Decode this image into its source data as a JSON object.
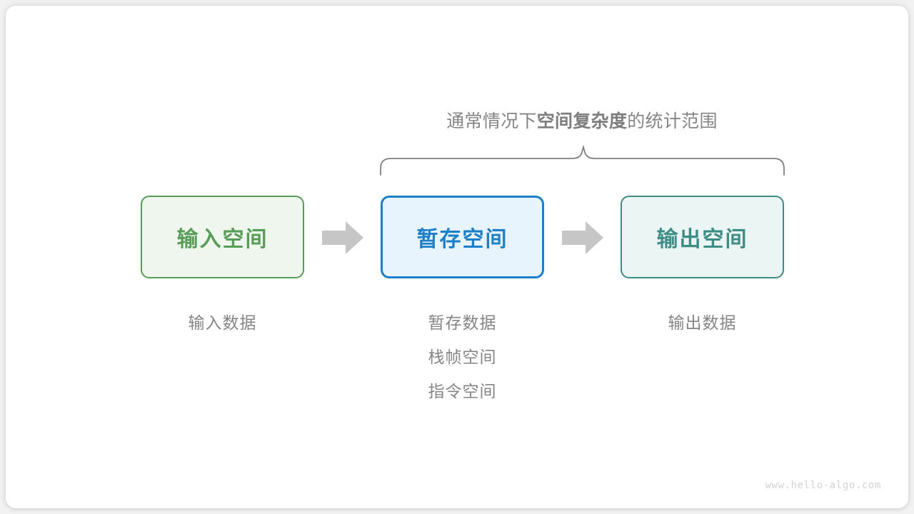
{
  "diagram": {
    "brace_caption": {
      "prefix": "通常情况下",
      "emphasis": "空间复杂度",
      "suffix": "的统计范围"
    },
    "boxes": [
      {
        "label": "输入空间",
        "border_color": "#579c57",
        "fill_color": "#eff6ed",
        "text_color": "#579c57"
      },
      {
        "label": "暂存空间",
        "border_color": "#1d7fc8",
        "fill_color": "#e8f4fd",
        "text_color": "#1d7fc8"
      },
      {
        "label": "输出空间",
        "border_color": "#3d8c85",
        "fill_color": "#ebf5f3",
        "text_color": "#3d8c85"
      }
    ],
    "arrows": [
      {
        "name": "arrow-input-to-temp",
        "color": "#c6c6c6"
      },
      {
        "name": "arrow-temp-to-output",
        "color": "#c6c6c6"
      }
    ],
    "captions": {
      "input": [
        "输入数据"
      ],
      "temp": [
        "暂存数据",
        "栈帧空间",
        "指令空间"
      ],
      "output": [
        "输出数据"
      ]
    },
    "brace": {
      "color": "#808080",
      "covers_boxes": [
        "暂存空间",
        "输出空间"
      ]
    },
    "watermark": "www.hello-algo.com",
    "caption_color": "#858585",
    "background_color": "#ffffff"
  }
}
